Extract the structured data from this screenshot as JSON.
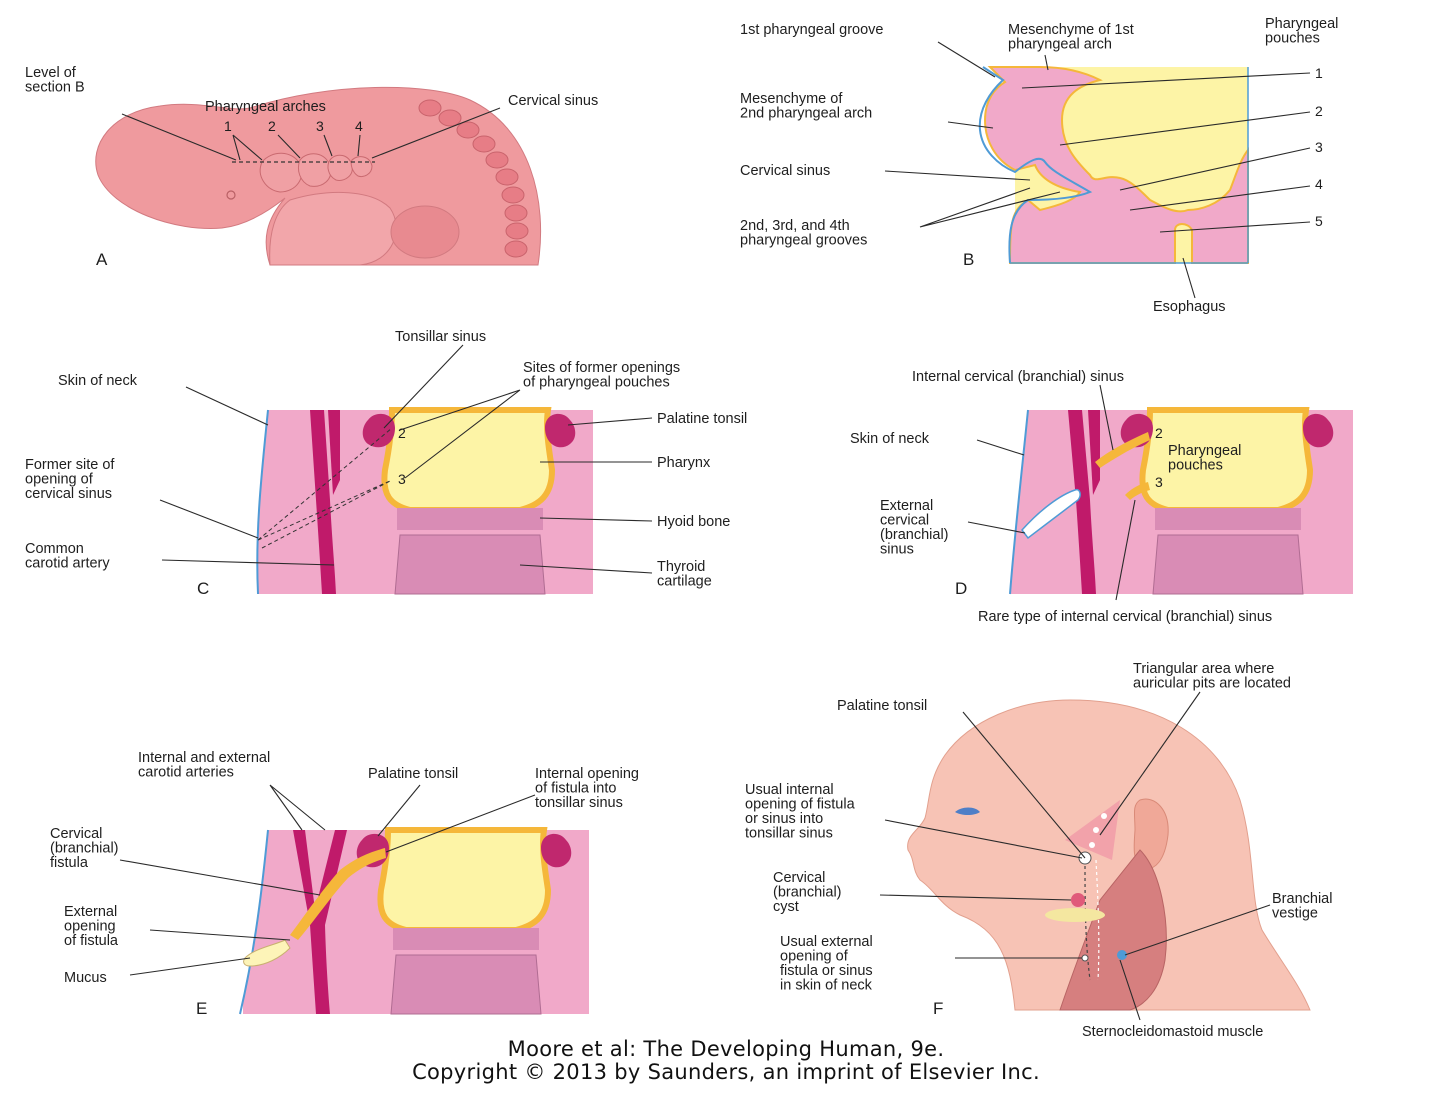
{
  "panels": {
    "A": {
      "letter": "A",
      "level_of_section": "Level of\nsection B",
      "pharyngeal_arches": "Pharyngeal arches",
      "cervical_sinus": "Cervical sinus",
      "arch_numbers": [
        "1",
        "2",
        "3",
        "4"
      ]
    },
    "B": {
      "letter": "B",
      "groove_1": "1st pharyngeal groove",
      "mesenchyme_1": "Mesenchyme of 1st\npharyngeal arch",
      "pouches": "Pharyngeal\npouches",
      "mesenchyme_2": "Mesenchyme of\n2nd pharyngeal arch",
      "cervical_sinus": "Cervical sinus",
      "grooves_234": "2nd, 3rd, and 4th\npharyngeal grooves",
      "esophagus": "Esophagus",
      "pouch_numbers": [
        "1",
        "2",
        "3",
        "4",
        "5"
      ]
    },
    "C": {
      "letter": "C",
      "tonsillar_sinus": "Tonsillar sinus",
      "sites_former": "Sites of  former openings\nof pharyngeal pouches",
      "skin_of_neck": "Skin of neck",
      "palatine_tonsil": "Palatine tonsil",
      "former_site": "Former site of\nopening of\ncervical sinus",
      "pharynx": "Pharynx",
      "hyoid_bone": "Hyoid bone",
      "common_carotid": "Common\ncarotid artery",
      "thyroid_cartilage": "Thyroid\ncartilage",
      "num_2": "2",
      "num_3": "3"
    },
    "D": {
      "letter": "D",
      "internal_sinus": "Internal cervical (branchial) sinus",
      "skin_of_neck": "Skin of neck",
      "pharyngeal_pouches": "Pharyngeal\npouches",
      "external_sinus": "External\ncervical\n(branchial)\nsinus",
      "rare_type": "Rare type of internal cervical (branchial) sinus",
      "num_2": "2",
      "num_3": "3"
    },
    "E": {
      "letter": "E",
      "int_ext_carotid": "Internal and external\ncarotid arteries",
      "palatine_tonsil": "Palatine tonsil",
      "internal_opening": "Internal opening\nof fistula into\ntonsillar sinus",
      "cervical_fistula": "Cervical\n(branchial)\nfistula",
      "external_opening": "External\nopening\nof fistula",
      "mucus": "Mucus"
    },
    "F": {
      "letter": "F",
      "triangular_area": "Triangular area where\nauricular pits are located",
      "palatine_tonsil": "Palatine tonsil",
      "usual_internal": "Usual internal\nopening of fistula\nor sinus into\ntonsillar sinus",
      "cervical_cyst": "Cervical\n(branchial)\ncyst",
      "branchial_vestige": "Branchial\nvestige",
      "usual_external": "Usual external\nopening of\nfistula or sinus\nin skin of neck",
      "sternocleidomastoid": "Sternocleidomastoid muscle"
    }
  },
  "credit": {
    "line1": "Moore et al: The Developing Human, 9e.",
    "line2": "Copyright © 2013 by Saunders, an imprint of Elsevier Inc."
  },
  "colors": {
    "embryo": "#ef9a9e",
    "tissue_pink": "#f1a9c9",
    "pharynx_yellow": "#fdf4a6",
    "pharynx_orange": "#f5b73a",
    "tonsil": "#c0286e",
    "artery": "#c01a6a",
    "skin_blue": "#4f9bd6",
    "cartilage": "#d98cb5"
  }
}
